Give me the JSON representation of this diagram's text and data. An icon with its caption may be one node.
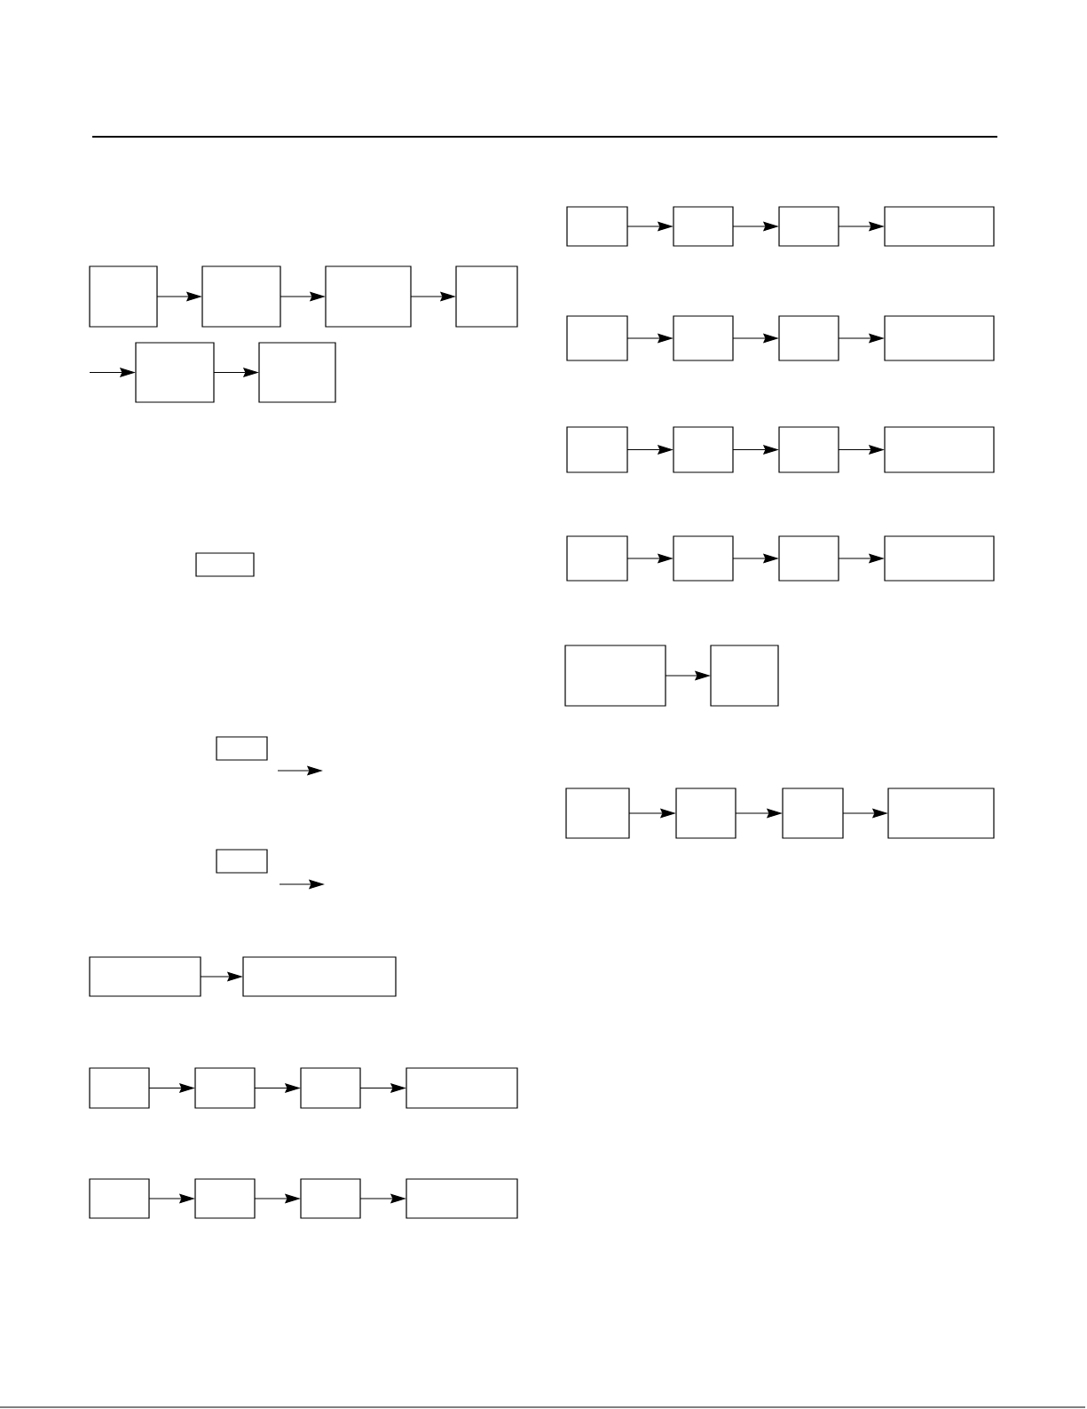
{
  "diagram": {
    "nodes": [
      {
        "text": [],
        "shape": "box"
      },
      {
        "text": [],
        "shape": "box"
      },
      {
        "text": [],
        "shape": "box"
      },
      {
        "text": [],
        "shape": "box"
      },
      {
        "text": [],
        "shape": "box"
      },
      {
        "text": [],
        "shape": "box"
      },
      {
        "text": [],
        "shape": "box"
      },
      {
        "text": [],
        "shape": "box"
      },
      {
        "text": [],
        "shape": "box"
      },
      {
        "text": [],
        "shape": "box"
      },
      {
        "text": [],
        "shape": "box"
      },
      {
        "text": [],
        "shape": "box"
      },
      {
        "text": [],
        "shape": "box"
      },
      {
        "text": [],
        "shape": "box"
      },
      {
        "text": [],
        "shape": "box"
      },
      {
        "text": [],
        "shape": "box"
      },
      {
        "text": [],
        "shape": "box"
      },
      {
        "text": [],
        "shape": "box"
      },
      {
        "text": [],
        "shape": "box"
      },
      {
        "text": [],
        "shape": "box"
      },
      {
        "text": [],
        "shape": "box"
      },
      {
        "text": [],
        "shape": "box"
      },
      {
        "text": [],
        "shape": "box"
      },
      {
        "text": [],
        "shape": "box"
      },
      {
        "text": [],
        "shape": "box"
      },
      {
        "text": [],
        "shape": "box"
      },
      {
        "text": [],
        "shape": "box"
      },
      {
        "text": [],
        "shape": "box"
      },
      {
        "text": [],
        "shape": "box"
      },
      {
        "text": [],
        "shape": "box"
      },
      {
        "text": [],
        "shape": "box"
      },
      {
        "text": [],
        "shape": "box"
      },
      {
        "text": [],
        "shape": "box"
      },
      {
        "text": [],
        "shape": "box"
      },
      {
        "text": [],
        "shape": "box"
      },
      {
        "text": [],
        "shape": "box"
      },
      {
        "text": [],
        "shape": "box"
      },
      {
        "text": [],
        "shape": "box"
      },
      {
        "text": [],
        "shape": "box"
      },
      {
        "text": [],
        "shape": "box"
      },
      {
        "text": [],
        "shape": "box"
      }
    ],
    "edges": [
      {
        "from": 0,
        "to": 1,
        "arrow": "to"
      },
      {
        "from": 1,
        "to": 2,
        "arrow": "to"
      },
      {
        "from": 2,
        "to": 3,
        "arrow": "to"
      },
      {
        "from": null,
        "to": 4,
        "arrow": "to"
      },
      {
        "from": 4,
        "to": 5,
        "arrow": "to"
      },
      {
        "from": 9,
        "to": 10,
        "arrow": "to"
      },
      {
        "from": 11,
        "to": 12,
        "arrow": "to"
      },
      {
        "from": 12,
        "to": 13,
        "arrow": "to"
      },
      {
        "from": 13,
        "to": 14,
        "arrow": "to"
      },
      {
        "from": 15,
        "to": 16,
        "arrow": "to"
      },
      {
        "from": 16,
        "to": 17,
        "arrow": "to"
      },
      {
        "from": 17,
        "to": 18,
        "arrow": "to"
      },
      {
        "from": 19,
        "to": 20,
        "arrow": "to"
      },
      {
        "from": 20,
        "to": 21,
        "arrow": "to"
      },
      {
        "from": 21,
        "to": 22,
        "arrow": "to"
      },
      {
        "from": 23,
        "to": 24,
        "arrow": "to"
      },
      {
        "from": 24,
        "to": 25,
        "arrow": "to"
      },
      {
        "from": 25,
        "to": 26,
        "arrow": "to"
      },
      {
        "from": 27,
        "to": 28,
        "arrow": "to"
      },
      {
        "from": 28,
        "to": 29,
        "arrow": "to"
      },
      {
        "from": 29,
        "to": 30,
        "arrow": "to"
      },
      {
        "from": 31,
        "to": 32,
        "arrow": "to"
      },
      {
        "from": 32,
        "to": 33,
        "arrow": "to"
      },
      {
        "from": 33,
        "to": 34,
        "arrow": "to"
      },
      {
        "from": 35,
        "to": 36,
        "arrow": "to"
      },
      {
        "from": 37,
        "to": 38,
        "arrow": "to"
      },
      {
        "from": 38,
        "to": 39,
        "arrow": "to"
      },
      {
        "from": 39,
        "to": 40,
        "arrow": "to"
      }
    ]
  }
}
